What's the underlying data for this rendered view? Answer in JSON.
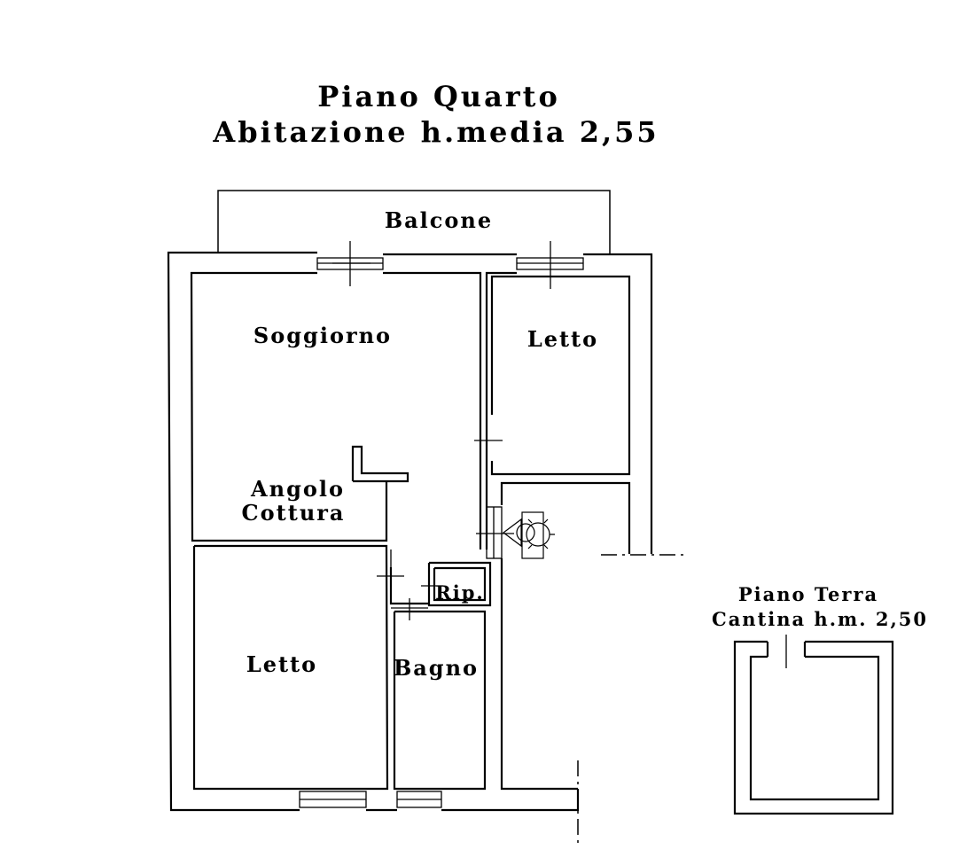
{
  "title": {
    "line1": "Piano Quarto",
    "line2": "Abitazione h.media 2,55"
  },
  "rooms": {
    "balcony": "Balcone",
    "living": "Soggiorno",
    "bedroom_top": "Letto",
    "kitchen_line1": "Angolo",
    "kitchen_line2": "Cottura",
    "bedroom_bottom": "Letto",
    "bath": "Bagno",
    "storage": "Rip."
  },
  "cellar": {
    "line1": "Piano Terra",
    "line2": "Cantina  h.m. 2,50"
  },
  "colors": {
    "line": "#000000",
    "background": "#ffffff"
  }
}
